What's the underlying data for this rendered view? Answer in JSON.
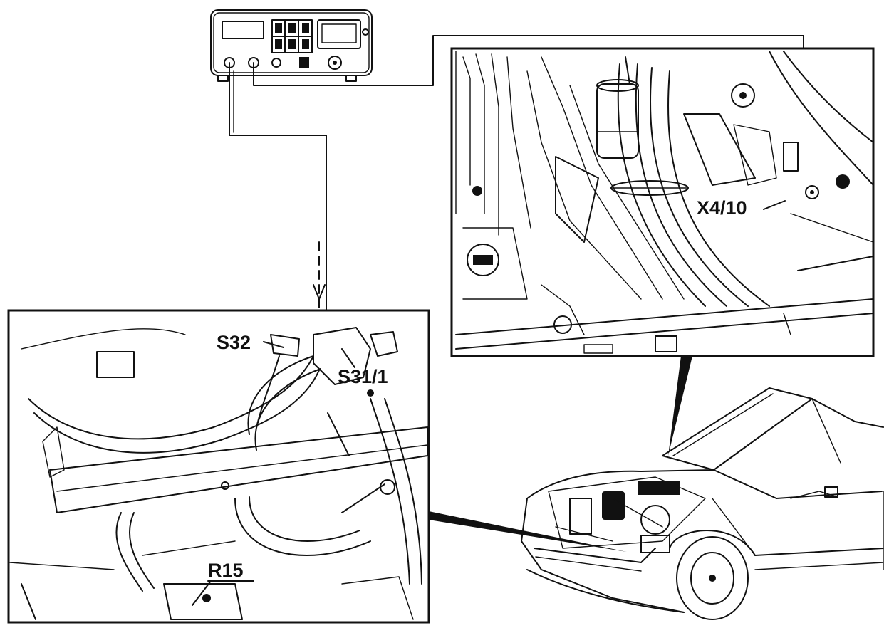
{
  "labels": {
    "x4_10": "X4/10",
    "s32": "S32",
    "s31_1": "S31/1",
    "r15": "R15"
  },
  "colors": {
    "ink": "#111111",
    "paper": "#ffffff"
  }
}
